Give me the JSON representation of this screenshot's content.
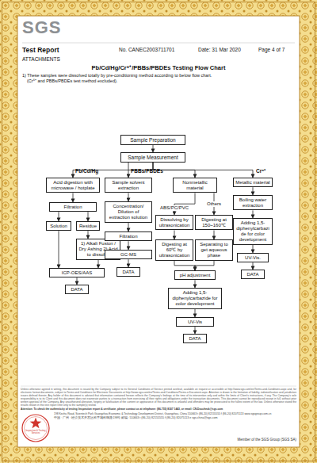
{
  "diagram": {
    "title": "Pb/Cd/Hg/Cr⁶⁺/PBBs/PBDEs Testing Flow Chart",
    "nodes": [
      {
        "text": [
          "Sample Preparation"
        ]
      },
      {
        "text": [
          "Sample Measurement"
        ]
      },
      {
        "text": [
          "Acid digestion with microwave / hotplate"
        ]
      },
      {
        "text": [
          "Filtration"
        ]
      },
      {
        "text": [
          "Solution"
        ]
      },
      {
        "text": [
          "Residue"
        ]
      },
      {
        "text": [
          "1) Alkali Fusion / Dry Ashing 2) Acid to dissolve"
        ]
      },
      {
        "text": [
          "ICP-OES/AAS"
        ]
      },
      {
        "text": [
          "DATA"
        ]
      },
      {
        "text": [
          "Sample solvent extraction"
        ]
      },
      {
        "text": [
          "Concentration/ Dilution of extraction solution"
        ]
      },
      {
        "text": [
          "Filtration"
        ]
      },
      {
        "text": [
          "GC-MS"
        ]
      },
      {
        "text": [
          "DATA"
        ]
      },
      {
        "text": [
          "Nonmetallic material"
        ]
      },
      {
        "text": [
          "Dissolving by ultrasonication"
        ]
      },
      {
        "text": [
          "Digesting at 150~160℃"
        ]
      },
      {
        "text": [
          "Digesting at 60℃ by ultrasonication"
        ]
      },
      {
        "text": [
          "Separating to get aqueous phase"
        ]
      },
      {
        "text": [
          "pH adjustment"
        ]
      },
      {
        "text": [
          "Adding 1,5-diphenylcarbazide for color development"
        ]
      },
      {
        "text": [
          "UV-Vis"
        ]
      },
      {
        "text": [
          "DATA"
        ]
      },
      {
        "text": [
          "Metallic material"
        ]
      },
      {
        "text": [
          "Boiling water extraction"
        ]
      },
      {
        "text": [
          "Adding 1,5-diphenylcarbazide for color development"
        ]
      },
      {
        "text": [
          "UV-Vis."
        ]
      },
      {
        "text": [
          "DATA"
        ]
      }
    ],
    "edges": [
      {
        "from": 0,
        "to": 1,
        "arrow": "to"
      },
      {
        "from": 1,
        "to": 2,
        "arrow": "to"
      },
      {
        "from": 1,
        "to": 9,
        "arrow": "to"
      },
      {
        "from": 1,
        "to": 14,
        "arrow": "to"
      },
      {
        "from": 1,
        "to": 23,
        "arrow": "to"
      },
      {
        "from": 2,
        "to": 3,
        "arrow": "to"
      },
      {
        "from": 3,
        "to": 4,
        "arrow": "to"
      },
      {
        "from": 3,
        "to": 5,
        "arrow": "to"
      },
      {
        "from": 5,
        "to": 6,
        "arrow": "to"
      },
      {
        "from": 4,
        "to": 7,
        "arrow": "to"
      },
      {
        "from": 6,
        "to": 7,
        "arrow": "to"
      },
      {
        "from": 7,
        "to": 8,
        "arrow": "to"
      },
      {
        "from": 9,
        "to": 10,
        "arrow": "to"
      },
      {
        "from": 10,
        "to": 11,
        "arrow": "to"
      },
      {
        "from": 11,
        "to": 12,
        "arrow": "to"
      },
      {
        "from": 12,
        "to": 13,
        "arrow": "to"
      },
      {
        "from": 14,
        "to": 15,
        "label": "ABS/PC/PVC",
        "arrow": "to"
      },
      {
        "from": 14,
        "to": 16,
        "label": "Others",
        "arrow": "to"
      },
      {
        "from": 15,
        "to": 17,
        "arrow": "to"
      },
      {
        "from": 16,
        "to": 18,
        "arrow": "to"
      },
      {
        "from": 17,
        "to": 19,
        "arrow": "to"
      },
      {
        "from": 18,
        "to": 19,
        "arrow": "to"
      },
      {
        "from": 19,
        "to": 20,
        "arrow": "to"
      },
      {
        "from": 20,
        "to": 21,
        "arrow": "to"
      },
      {
        "from": 21,
        "to": 22,
        "arrow": "to"
      },
      {
        "from": 23,
        "to": 24,
        "arrow": "to"
      },
      {
        "from": 24,
        "to": 25,
        "arrow": "to"
      },
      {
        "from": 25,
        "to": 26,
        "arrow": "to"
      },
      {
        "from": 26,
        "to": 27,
        "arrow": "to"
      }
    ],
    "labels": [
      "SGS",
      "Test Report",
      "No. CANEC2003711701",
      "Date: 31 Mar 2020",
      "Page 4 of 7",
      "ATTACHMENTS",
      "1) These samples were dissolved totally by pre-conditioning method according to below flow chart.",
      "(Cr⁶⁺ and PBBs/PBDEs test method excluded).",
      "Pb/Cd/Hg",
      "PBBs/PBDEs",
      "Cr⁶⁺",
      "Unless otherwise agreed in writing, this document is issued by the Company subject to its General Conditions of Service printed overleaf, available on request or accessible at http://www.sgs.com/en/Terms-and-Conditions.aspx and, for electronic format documents, subject to Terms and Conditions for Electronic Documents at http://www.sgs.com/en/Terms-and-Conditions/Terms-e-Document.aspx. Attention is drawn to the limitation of liability, indemnification and jurisdiction issues defined therein. Any holder of this document is advised that information contained hereon reflects the Company's findings at the time of its intervention only and within the limits of Client's instructions, if any. The Company's sole responsibility is to its Client and this document does not exonerate parties to a transaction from exercising all their rights and obligations under the transaction documents. This document cannot be reproduced except in full, without prior written approval of the Company. Any unauthorized alteration, forgery or falsification of the content or appearance of this document is unlawful and offenders may be prosecuted to the fullest extent of the law. Unless otherwise stated the results shown in this test report refer only to the sample(s) tested.",
      "Attention: To check the authenticity of testing /inspection report & certificate, please contact us at telephone: (86-755) 8307 1443, or email: CN.Doccheck@sgs.com",
      "198 Kezhu Road, Scientech Park Guangzhou Economic & Technology Development District, Guangzhou, China 510663 t (86-20) 82155555 f (86-20) 82075113 www.sgsgroup.com.cn",
      "中国 · 广州 · 经济技术开发区科学城科珠路198号 邮编: 510663 t (86-20) 82155555 f (86-20) 82075113 e sgs.china@sgs.com",
      "Member of the SGS Group (SGS SA)",
      "Inspection & Testing Services"
    ]
  }
}
